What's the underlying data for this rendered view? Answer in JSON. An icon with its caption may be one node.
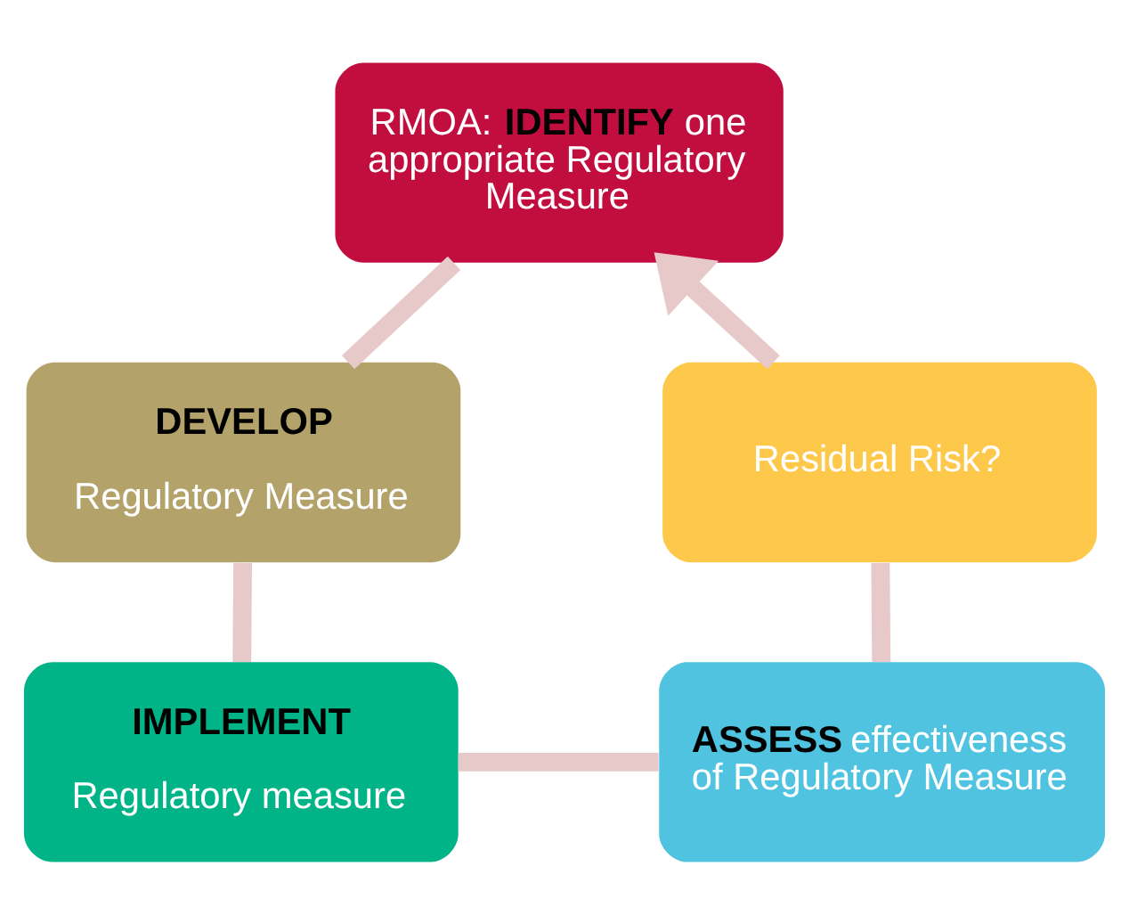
{
  "diagram": {
    "nodes": [
      {
        "text": [
          "RMOA: **IDENTIFY** one appropriate Regulatory Measure"
        ]
      },
      {
        "text": [
          "Residual Risk?"
        ]
      },
      {
        "text": [
          "DEVELOP",
          "Regulatory Measure"
        ]
      },
      {
        "text": [
          "**ASSESS** effectiveness of Regulatory Measure"
        ]
      },
      {
        "text": [
          "IMPLEMENT",
          "Regulatory measure"
        ]
      }
    ],
    "edges": [
      {
        "from": 0,
        "to": 2,
        "arrow": "none"
      },
      {
        "from": 2,
        "to": 4,
        "arrow": "none"
      },
      {
        "from": 4,
        "to": 3,
        "arrow": "none"
      },
      {
        "from": 3,
        "to": 1,
        "arrow": "none"
      },
      {
        "from": 1,
        "to": 0,
        "arrow": "to"
      }
    ]
  }
}
